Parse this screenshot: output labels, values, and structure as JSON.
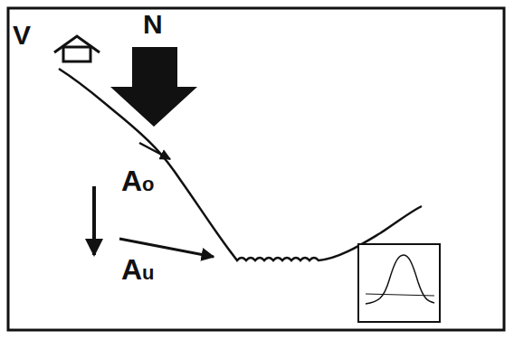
{
  "diagram": {
    "labels": [
      "V",
      "N",
      "Ao",
      "Au"
    ]
  }
}
